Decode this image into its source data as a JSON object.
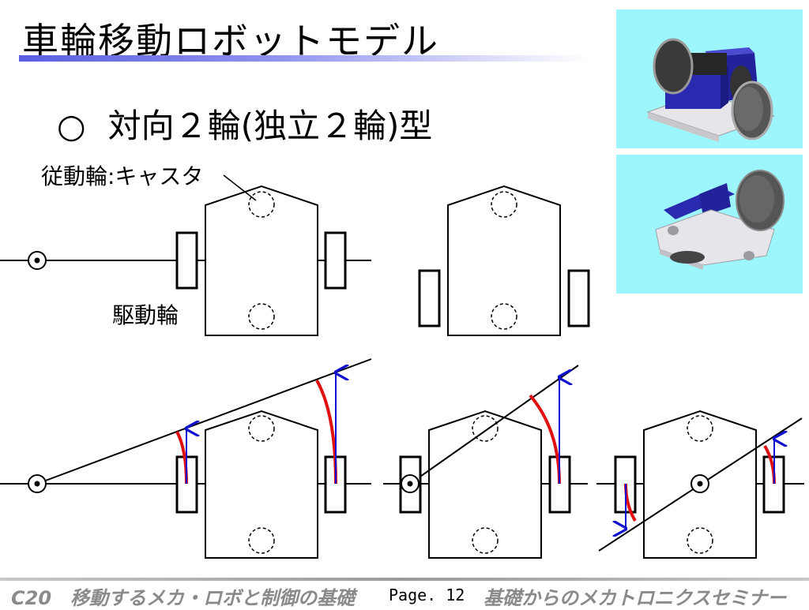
{
  "title": "車輪移動ロボットモデル",
  "subtitle": {
    "bullet": "○",
    "text": "対向２輪(独立２輪)型"
  },
  "labels": {
    "caster": "従動輪:キャスタ",
    "drive_wheel": "駆動輪"
  },
  "footer": {
    "left": "C20　移動するメカ・ロボと制御の基礎",
    "page": "Page. 12",
    "right": "基礎からのメカトロニクスセミナー"
  },
  "colors": {
    "title_bar": "#5a5ee0",
    "render_bg": "#9cf6fb",
    "robot_body": "#2a2ab0",
    "arc": "#e01010",
    "arrow": "#1010d0"
  }
}
